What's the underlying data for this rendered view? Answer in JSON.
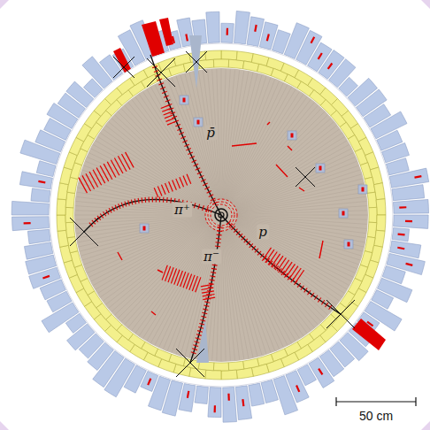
{
  "diagram": {
    "labels": [
      "p̄",
      "π⁺",
      "π⁻",
      "p",
      "50 cm"
    ]
  }
}
